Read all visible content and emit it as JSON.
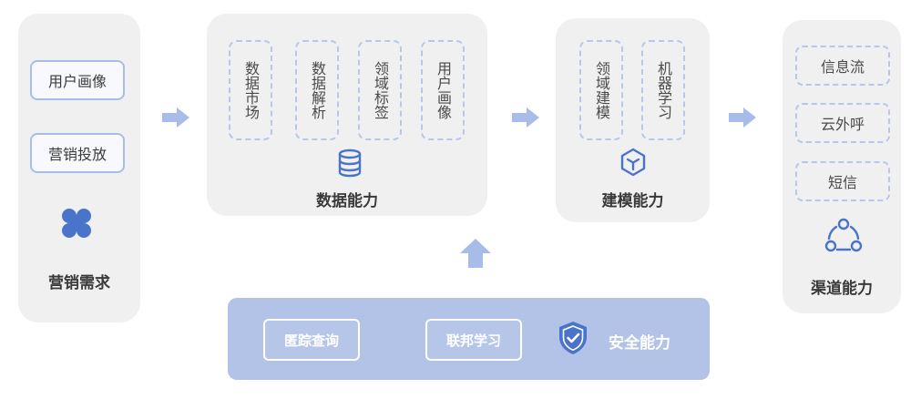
{
  "marketing": {
    "items": [
      "用户画像",
      "营销投放"
    ],
    "icon": "four-petal-clover-icon",
    "title": "营销需求"
  },
  "data_capability": {
    "items": [
      "数据市场",
      "数据解析",
      "领域标签",
      "用户画像"
    ],
    "icon": "database-icon",
    "title": "数据能力"
  },
  "modeling_capability": {
    "items": [
      "领域建模",
      "机器学习"
    ],
    "icon": "cube-icon",
    "title": "建模能力"
  },
  "channel_capability": {
    "items": [
      "信息流",
      "云外呼",
      "短信"
    ],
    "icon": "network-nodes-icon",
    "title": "渠道能力"
  },
  "security_capability": {
    "items": [
      "匿踪查询",
      "联邦学习"
    ],
    "icon": "shield-check-icon",
    "title": "安全能力"
  },
  "colors": {
    "accent": "#4a74c9",
    "panel": "#f0f0f0",
    "security_band": "#b3c3e8",
    "dashed_border": "#b6c7ea"
  }
}
